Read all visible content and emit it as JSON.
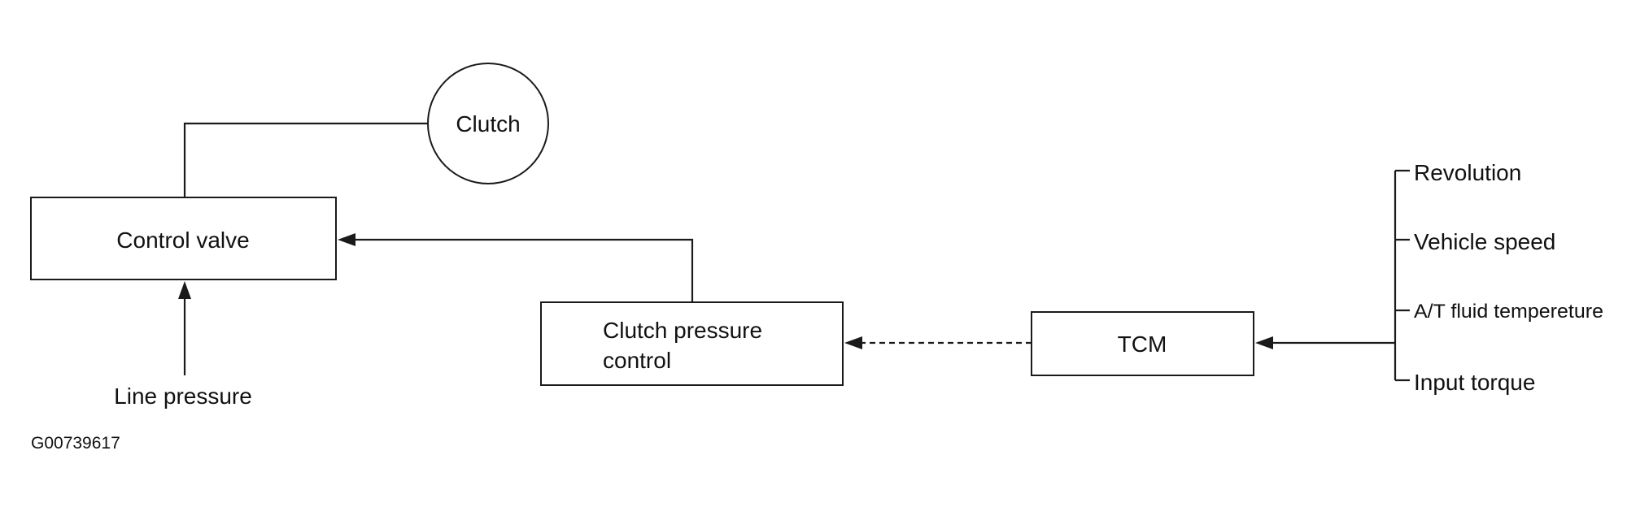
{
  "diagram": {
    "nodes": {
      "clutch": "Clutch",
      "control_valve": "Control valve",
      "clutch_pressure_control": [
        "Clutch pressure",
        "control"
      ],
      "tcm": "TCM",
      "line_pressure": "Line pressure"
    },
    "inputs": [
      "Revolution",
      "Vehicle speed",
      "A/T fluid tempereture",
      "Input torque"
    ],
    "figure_code": "G00739617"
  }
}
